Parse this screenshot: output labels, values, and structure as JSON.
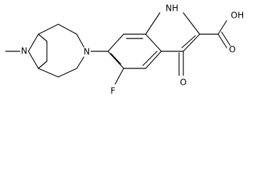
{
  "atoms": [
    {
      "id": "N1",
      "label": "N",
      "kind": "nitrogen"
    },
    {
      "id": "N2",
      "label": "N",
      "kind": "nitrogen"
    },
    {
      "id": "NH",
      "label": "NH",
      "kind": "nitrogen-h"
    },
    {
      "id": "F",
      "label": "F",
      "kind": "fluorine"
    },
    {
      "id": "O_ketone",
      "label": "O",
      "kind": "oxygen"
    },
    {
      "id": "O_acid",
      "label": "O",
      "kind": "oxygen"
    },
    {
      "id": "OH",
      "label": "OH",
      "kind": "hydroxyl"
    }
  ],
  "colors": {
    "bond": "#000000",
    "background": "#ffffff"
  }
}
